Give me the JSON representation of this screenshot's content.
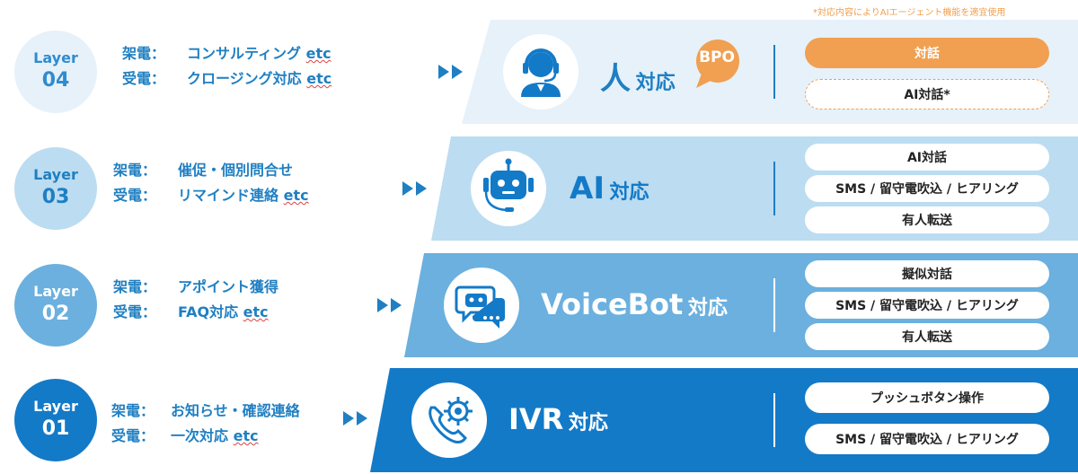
{
  "note": "*対応内容によりAIエージェント機能を適宜使用",
  "layers": [
    {
      "label": "Layer",
      "num": "04",
      "outbound_label": "架電：",
      "outbound": "コンサルティング",
      "outbound_etc": "etc",
      "inbound_label": "受電：",
      "inbound": "クロージング対応",
      "inbound_etc": "etc",
      "title_main": "人",
      "title_suffix": "対応",
      "icon": "operator-headset-icon",
      "badge": "BPO",
      "options": [
        "対話",
        "AI対話*"
      ]
    },
    {
      "label": "Layer",
      "num": "03",
      "outbound_label": "架電：",
      "outbound": "催促・個別問合せ",
      "outbound_etc": "",
      "inbound_label": "受電：",
      "inbound": "リマインド連絡",
      "inbound_etc": "etc",
      "title_main": "AI",
      "title_suffix": "対応",
      "icon": "robot-headset-icon",
      "options": [
        "AI対話",
        "SMS / 留守電吹込 / ヒアリング",
        "有人転送"
      ]
    },
    {
      "label": "Layer",
      "num": "02",
      "outbound_label": "架電：",
      "outbound": "アポイント獲得",
      "outbound_etc": "",
      "inbound_label": "受電：",
      "inbound": "FAQ対応",
      "inbound_etc": "etc",
      "title_main": "VoiceBot",
      "title_suffix": "対応",
      "icon": "chatbot-icon",
      "options": [
        "擬似対話",
        "SMS / 留守電吹込 / ヒアリング",
        "有人転送"
      ]
    },
    {
      "label": "Layer",
      "num": "01",
      "outbound_label": "架電：",
      "outbound": "お知らせ・確認連絡",
      "outbound_etc": "",
      "inbound_label": "受電：",
      "inbound": "一次対応",
      "inbound_etc": "etc",
      "title_main": "IVR",
      "title_suffix": "対応",
      "icon": "phone-gear-icon",
      "options": [
        "プッシュボタン操作",
        "SMS / 留守電吹込 / ヒアリング"
      ]
    }
  ],
  "colors": {
    "layer04": "#e6f1fa",
    "layer03": "#bcdcf1",
    "layer02": "#6bb0de",
    "layer01": "#137ac8",
    "accent": "#f0a050",
    "text_blue": "#1f7fc2"
  }
}
